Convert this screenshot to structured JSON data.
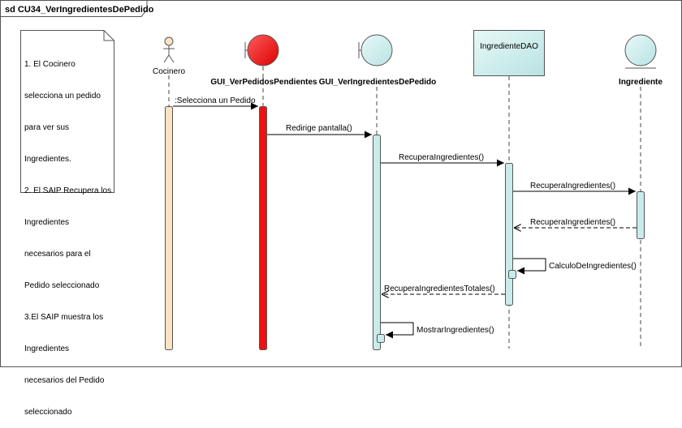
{
  "frame": {
    "title": "sd CU34_VerIngredientesDePedido"
  },
  "note": {
    "lines": [
      "1. El Cocinero",
      "selecciona un pedido",
      "para ver sus",
      "Ingredientes.",
      "2. El SAIP Recupera los",
      "Ingredientes",
      "necesarios para el",
      "Pedido seleccionado",
      "3.El SAIP muestra los",
      "Ingredientes",
      "necesarios del Pedido",
      "seleccionado"
    ]
  },
  "participants": [
    {
      "id": "cocinero",
      "name": "Cocinero",
      "kind": "actor",
      "color": "#fbe3c4"
    },
    {
      "id": "gui_verpedidos",
      "name": "GUI_VerPedidosPendientes",
      "kind": "boundary",
      "color": "#ee1111"
    },
    {
      "id": "gui_veringredientes",
      "name": "GUI_VerIngredientesDePedido",
      "kind": "boundary",
      "color": "#c9eceb"
    },
    {
      "id": "ingredientedao",
      "name": "IngredienteDAO",
      "kind": "class",
      "color": "#c9eceb"
    },
    {
      "id": "ingrediente",
      "name": "Ingrediente",
      "kind": "entity",
      "color": "#c9eceb"
    }
  ],
  "messages": [
    {
      "id": "m1",
      "label": ":Selecciona un Pedido",
      "from": "cocinero",
      "to": "gui_verpedidos",
      "type": "sync"
    },
    {
      "id": "m2",
      "label": "Redirige pantalla()",
      "from": "gui_verpedidos",
      "to": "gui_veringredientes",
      "type": "sync"
    },
    {
      "id": "m3",
      "label": "RecuperaIngredientes()",
      "from": "gui_veringredientes",
      "to": "ingredientedao",
      "type": "sync"
    },
    {
      "id": "m4",
      "label": "RecuperaIngredientes()",
      "from": "ingredientedao",
      "to": "ingrediente",
      "type": "sync"
    },
    {
      "id": "m5",
      "label": "RecuperaIngredientes()",
      "from": "ingrediente",
      "to": "ingredientedao",
      "type": "return"
    },
    {
      "id": "m6",
      "label": "CalculoDeIngredientes()",
      "from": "ingredientedao",
      "to": "ingredientedao",
      "type": "self"
    },
    {
      "id": "m7",
      "label": "RecuperaIngredientesTotales()",
      "from": "ingredientedao",
      "to": "gui_veringredientes",
      "type": "return"
    },
    {
      "id": "m8",
      "label": "MostrarIngredientes()",
      "from": "gui_veringredientes",
      "to": "gui_veringredientes",
      "type": "self"
    }
  ]
}
